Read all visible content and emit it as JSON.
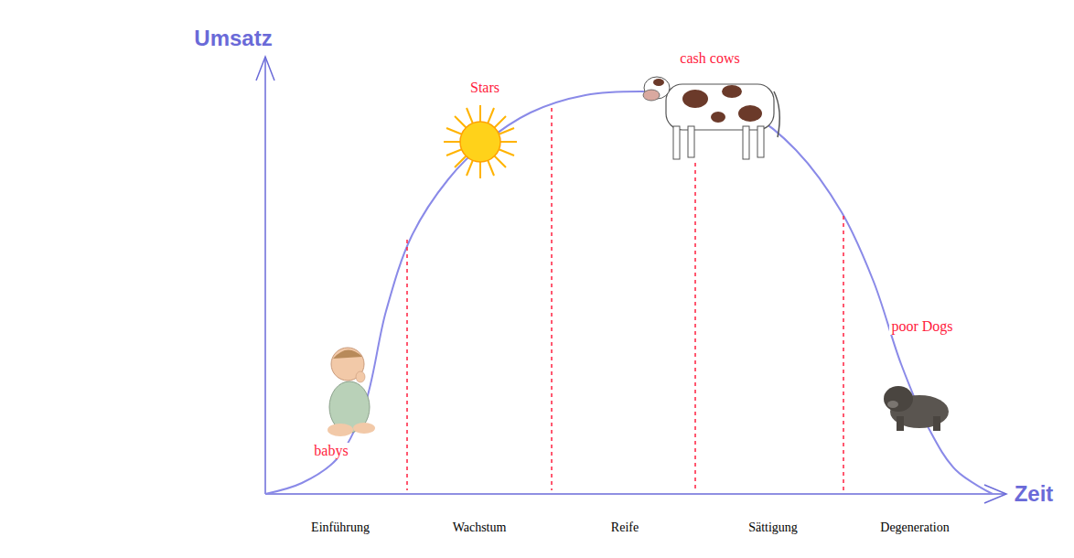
{
  "diagram": {
    "labels": [
      "Umsatz",
      "Zeit",
      "Stars",
      "cash cows",
      "babys",
      "poor Dogs",
      "Einführung",
      "Wachstum",
      "Reife",
      "Sättigung",
      "Degeneration"
    ]
  }
}
